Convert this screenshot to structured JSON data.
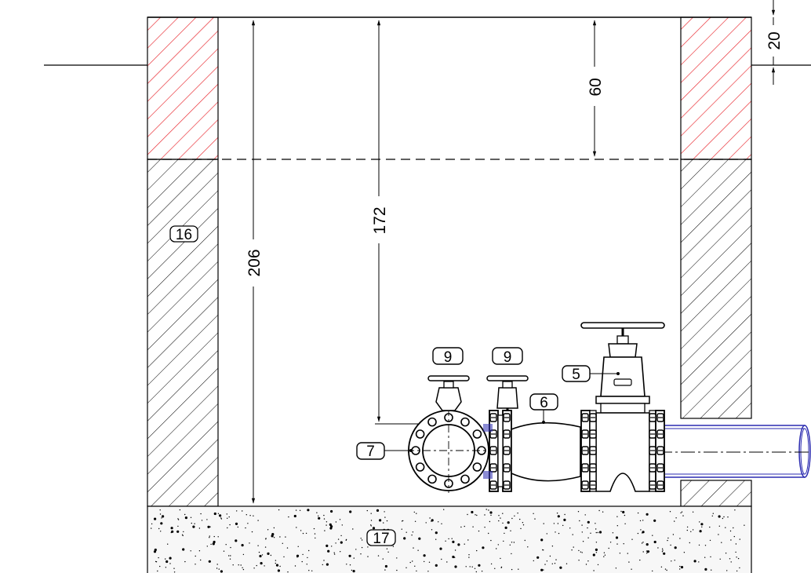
{
  "dimensions": {
    "total_depth": "206",
    "valve_clearance": "172",
    "top_to_dashed_line": "60",
    "wall_offset": "20"
  },
  "callouts": {
    "chamber_wall": "16",
    "base_slab": "17",
    "gate_valve": "5",
    "pipe_fitting": "6",
    "flange": "7",
    "small_valve_left": "9",
    "small_valve_right": "9"
  },
  "colors": {
    "outline": "#000000",
    "hatch_top": "#e8232a",
    "hatch_wall": "#000000",
    "pipe": "#2b2bb0"
  }
}
